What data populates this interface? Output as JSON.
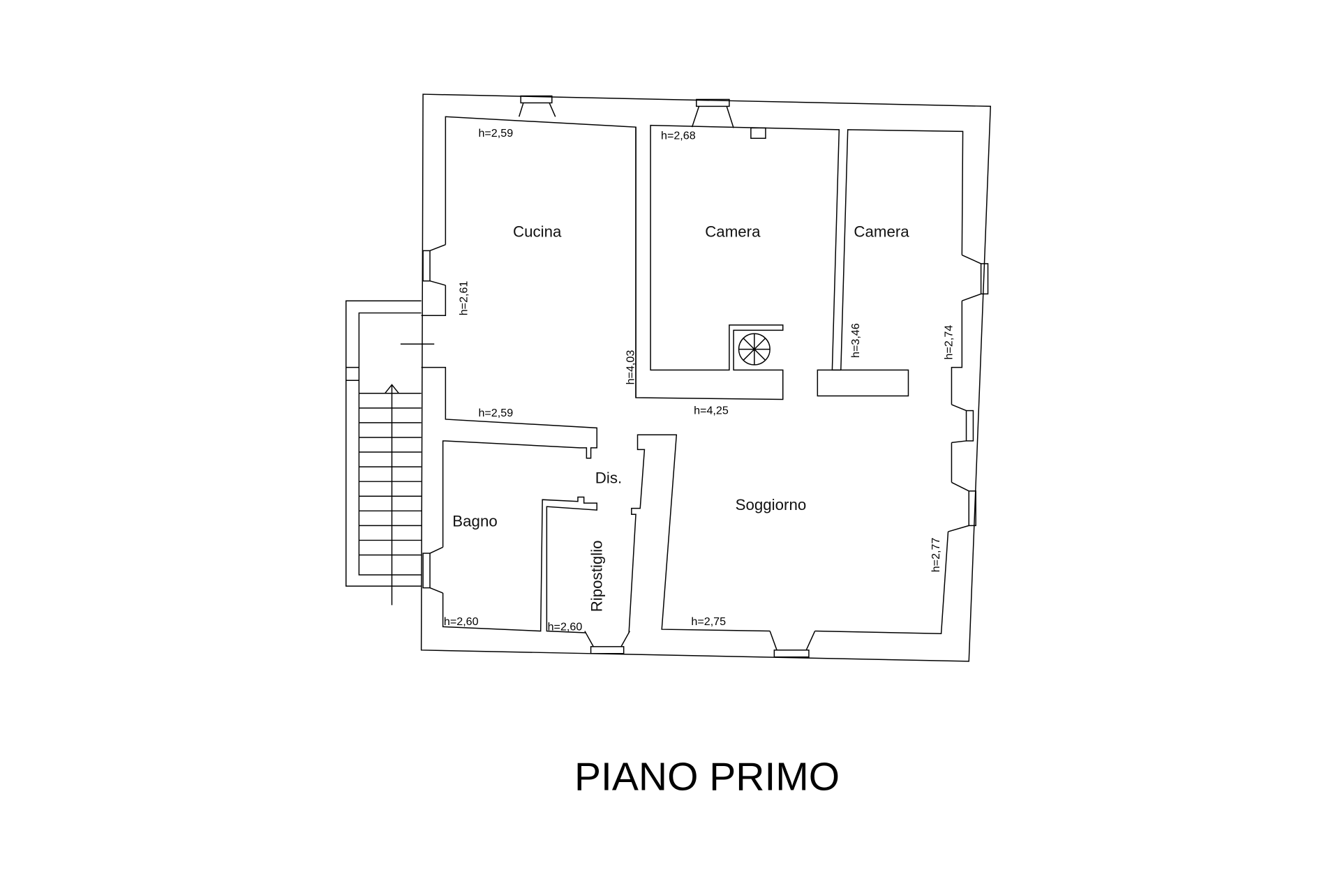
{
  "title": "PIANO PRIMO",
  "rooms": {
    "cucina": "Cucina",
    "camera1": "Camera",
    "camera2": "Camera",
    "dis": "Dis.",
    "soggiorno": "Soggiorno",
    "bagno": "Bagno",
    "ripostiglio": "Ripostiglio"
  },
  "heights": {
    "cucina_top": "h=2,59",
    "cucina_left": "h=2,61",
    "cucina_right": "h=4,03",
    "corridor": "h=2,59",
    "camera1_top": "h=2,68",
    "camera_corridor": "h=4,25",
    "camera2_left": "h=3,46",
    "camera2_right": "h=2,74",
    "soggiorno_right": "h=2,77",
    "soggiorno_bottom": "h=2,75",
    "bagno": "h=2,60",
    "ripostiglio": "h=2,60"
  }
}
